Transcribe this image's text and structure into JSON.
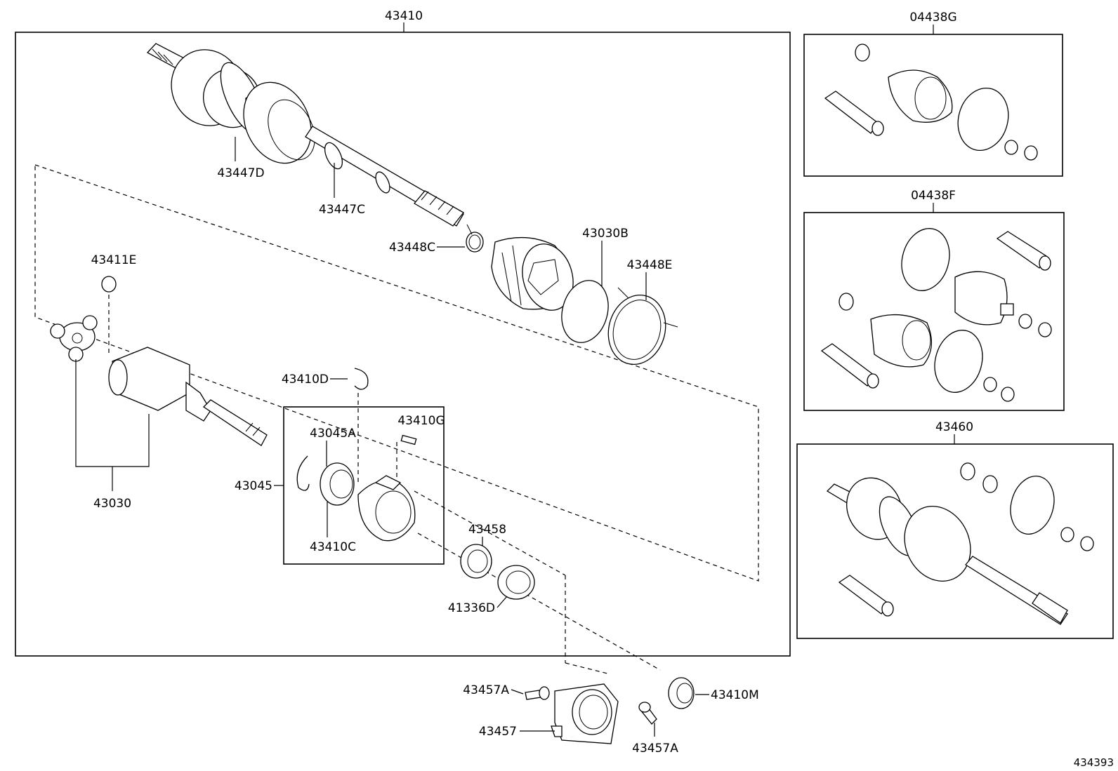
{
  "labels": {
    "assembly": "43410",
    "kit_g": "04438G",
    "kit_f": "04438F",
    "shaft_assy": "43460",
    "boot_d": "43447D",
    "boot_c": "43447C",
    "clamp_c": "43448C",
    "boot_b": "43030B",
    "clamp_e": "43448E",
    "snap_ring_e": "43411E",
    "tripod_joint": "43030",
    "snap_ring_d": "43410D",
    "pin_g": "43410G",
    "ring_a": "43045A",
    "bearing_group": "43045",
    "bearing_c": "43410C",
    "seal_bearing": "43458",
    "seal_d": "41336D",
    "bolt_a1": "43457A",
    "bracket": "43457",
    "bolt_a2": "43457A",
    "seal_m": "43410M"
  },
  "footer": {
    "diagram_code": "434393"
  }
}
